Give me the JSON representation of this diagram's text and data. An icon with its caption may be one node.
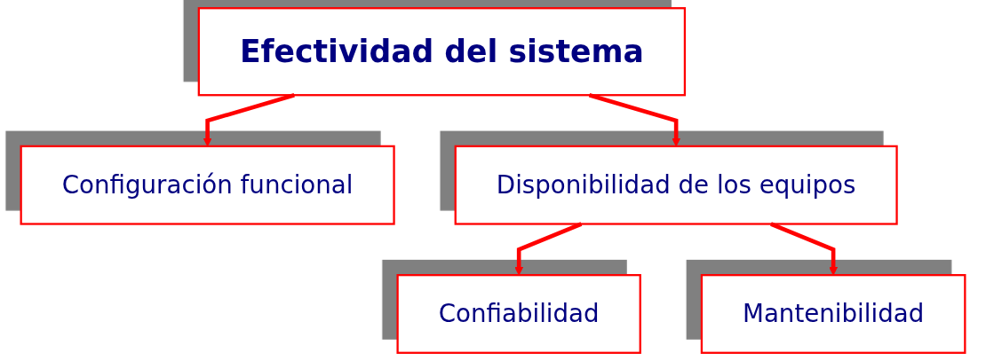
{
  "diagram": {
    "nodes": [
      {
        "text": [
          "Efectividad del sistema"
        ]
      },
      {
        "text": [
          "Configuración funcional"
        ]
      },
      {
        "text": [
          "Disponibilidad de los equipos"
        ]
      },
      {
        "text": [
          "Confiabilidad"
        ]
      },
      {
        "text": [
          "Mantenibilidad"
        ]
      }
    ],
    "edges": [
      {
        "from": 0,
        "to": 1,
        "arrow": "to"
      },
      {
        "from": 0,
        "to": 2,
        "arrow": "to"
      },
      {
        "from": 2,
        "to": 3,
        "arrow": "to"
      },
      {
        "from": 2,
        "to": 4,
        "arrow": "to"
      }
    ]
  }
}
